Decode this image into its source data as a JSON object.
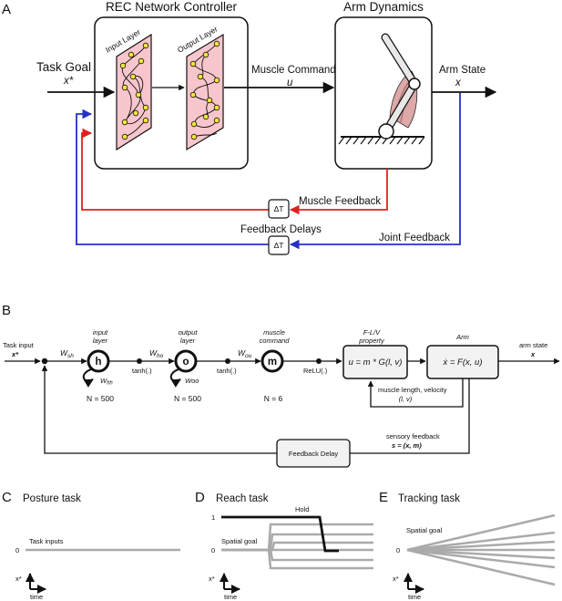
{
  "panels": {
    "A": "A",
    "B": "B",
    "C": "C",
    "D": "D",
    "E": "E"
  },
  "panel_a": {
    "controller_title": "REC Network Controller",
    "dynamics_title": "Arm Dynamics",
    "input_layer": "Input Layer",
    "output_layer": "Output Layer",
    "task_goal": "Task Goal",
    "task_goal_symbol": "x*",
    "muscle_command": "Muscle Command",
    "muscle_command_symbol": "u",
    "arm_state": "Arm State",
    "arm_state_symbol": "x",
    "muscle_feedback": "Muscle Feedback",
    "feedback_delays": "Feedback Delays",
    "joint_feedback": "Joint Feedback",
    "delay_symbol": "ΔT",
    "colors": {
      "muscle_feedback": "#e0201c",
      "joint_feedback": "#2630c8",
      "layer_fill": "#f7c6cc",
      "node": "#f2e53b"
    }
  },
  "panel_b": {
    "task_input": "Task input",
    "task_input_symbol": "x*",
    "w_sh": "W",
    "w_sh_sub": "sh",
    "input_layer_top": "input",
    "input_layer_bottom": "layer",
    "node_h": "h",
    "w_hh": "W",
    "w_hh_sub": "hh",
    "n_input": "N = 500",
    "tanh_1": "tanh(.)",
    "w_ho": "W",
    "w_ho_sub": "ho",
    "output_layer_top": "output",
    "output_layer_bottom": "layer",
    "node_o": "o",
    "w_oo": "Woo",
    "n_output": "N = 500",
    "tanh_2": "tanh(.)",
    "w_ou": "W",
    "w_ou_sub": "ou",
    "muscle_command_top": "muscle",
    "muscle_command_bottom": "command",
    "node_m": "m",
    "n_muscle": "N = 6",
    "relu": "ReLU(.)",
    "flv_top": "F-L/V",
    "flv_bottom": "property",
    "flv_equation": "u = m * G(l, v)",
    "arm_title": "Arm",
    "arm_equation": "ẋ = F(x, u)",
    "arm_state": "arm state",
    "arm_state_symbol": "x",
    "muscle_lv": "muscle length, velocity",
    "muscle_lv_symbol": "(l, v)",
    "sensory_feedback": "sensory feedback",
    "sensory_feedback_symbol": "s = (x, m)",
    "feedback_delay": "Feedback Delay"
  },
  "panel_c": {
    "title": "Posture task",
    "task_inputs": "Task inputs",
    "zero": "0",
    "axis_y": "x*",
    "axis_x": "time"
  },
  "panel_d": {
    "title": "Reach task",
    "hold": "Hold",
    "one": "1",
    "zero": "0",
    "spatial_goal": "Spatial goal",
    "axis_y": "x*",
    "axis_x": "time"
  },
  "panel_e": {
    "title": "Tracking task",
    "spatial_goal": "Spatial goal",
    "zero": "0",
    "axis_y": "x*",
    "axis_x": "time"
  }
}
